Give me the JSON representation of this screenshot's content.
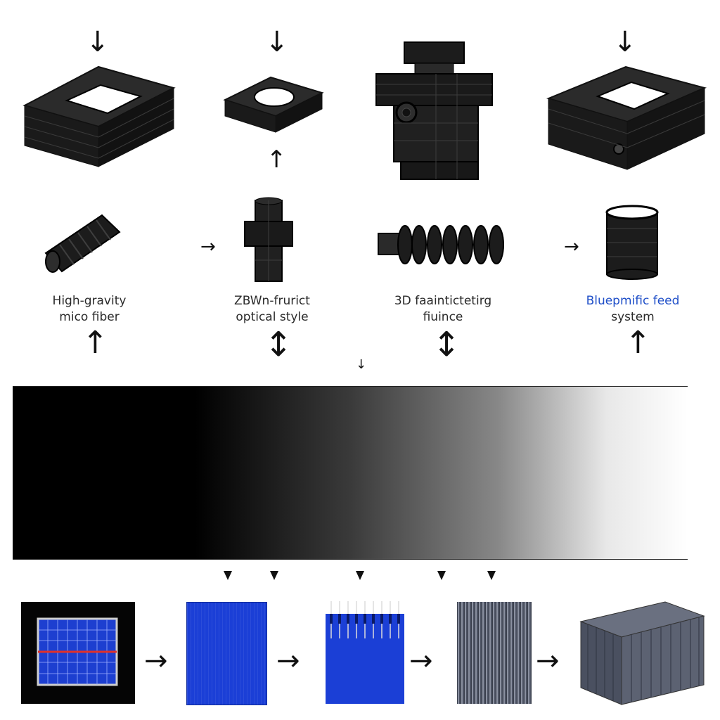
{
  "labels": [
    {
      "line1": "High-gravity",
      "line2": "mico  fiber"
    },
    {
      "line1": "ZBWn-frurict",
      "line2": "optical style"
    },
    {
      "line1": "3D faaintictetirg",
      "line2": "fiuince"
    },
    {
      "line1": "Bluepmific feed",
      "line2": "system"
    }
  ],
  "colors": {
    "highlight_label": "#1f4fc8",
    "dark_part": "#1a1a1a",
    "blue_panel": "#1b3fd6",
    "grey_fiber": "#5a6070"
  },
  "icons": {
    "arrow_down": "↓",
    "arrow_up": "↑",
    "arrow_right": "→",
    "arrow_double": "↕"
  }
}
